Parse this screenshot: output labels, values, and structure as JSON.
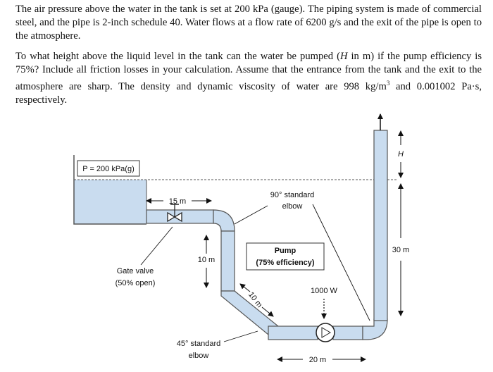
{
  "problem": {
    "p1": "The air pressure above the water in the tank is set at 200 kPa (gauge). The piping system is made of commercial steel, and the pipe is 2-inch schedule 40. Water flows at a flow rate of 6200 g/s and the exit of the pipe is open to the atmosphere.",
    "p2_a": "To what height above the liquid level in the tank can the water be pumped (",
    "p2_h": "H",
    "p2_b": " in m) if the pump efficiency is 75%? Include all friction losses in your calculation. Assume that the entrance from the tank and the exit to the atmosphere are sharp. The density and dynamic viscosity of water are 998 kg/m",
    "p2_sup": "3",
    "p2_c": " and 0.001002 Pa·s, respectively."
  },
  "diagram": {
    "tank_pressure": "P = 200 kPa(g)",
    "len_15": "15 m",
    "elbow90_l1": "90° standard",
    "elbow90_l2": "elbow",
    "len_10v": "10 m",
    "pump_l1": "Pump",
    "pump_l2": "(75% efficiency)",
    "gate_l1": "Gate valve",
    "gate_l2": "(50% open)",
    "len_10d": "10 m",
    "power": "1000 W",
    "elbow45_l1": "45° standard",
    "elbow45_l2": "elbow",
    "len_20": "20 m",
    "len_30": "30 m",
    "height": "H",
    "pipe_color": "#c9dcef",
    "water_color": "#c9dcef"
  }
}
